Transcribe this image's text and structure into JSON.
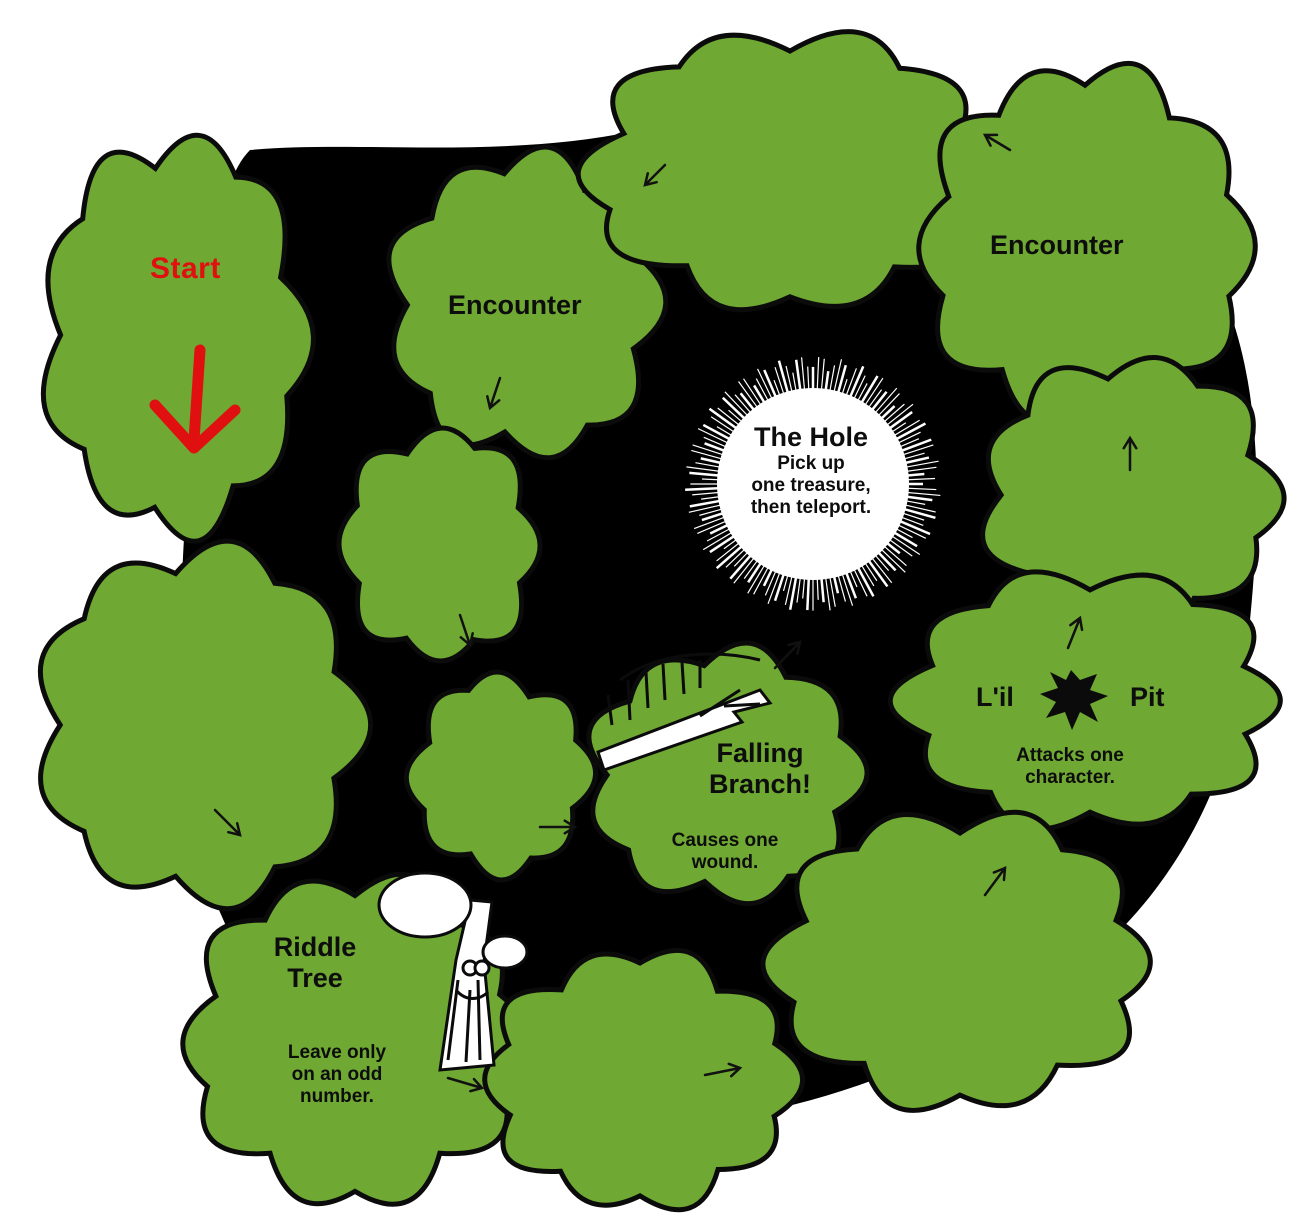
{
  "colors": {
    "leaf": "#6fa832",
    "leaf_outline": "#0b0b0b",
    "canopy_gap": "#000000",
    "start_red": "#e01010",
    "arrow": "#111111",
    "hole_white": "#ffffff",
    "background": "#ffffff"
  },
  "spaces": {
    "start": {
      "title": "Start"
    },
    "encounter_left": {
      "title": "Encounter"
    },
    "encounter_right": {
      "title": "Encounter"
    },
    "hole": {
      "title": "The Hole",
      "desc_line1": "Pick up",
      "desc_line2": "one treasure,",
      "desc_line3": "then teleport."
    },
    "falling_branch": {
      "title_line1": "Falling",
      "title_line2": "Branch!",
      "desc_line1": "Causes one",
      "desc_line2": "wound."
    },
    "lil_pit": {
      "title_left": "L'il",
      "title_right": "Pit",
      "desc_line1": "Attacks one",
      "desc_line2": "character."
    },
    "riddle_tree": {
      "title_line1": "Riddle",
      "title_line2": "Tree",
      "desc_line1": "Leave only",
      "desc_line2": "on an odd",
      "desc_line3": "number."
    }
  },
  "icons": {
    "start_arrow": "red-down-arrow-icon",
    "path_arrow": "path-direction-arrow-icon",
    "branch": "falling-branch-icon",
    "pit": "pit-splat-icon",
    "tree": "riddle-tree-icon",
    "hole": "hole-burst-icon"
  }
}
